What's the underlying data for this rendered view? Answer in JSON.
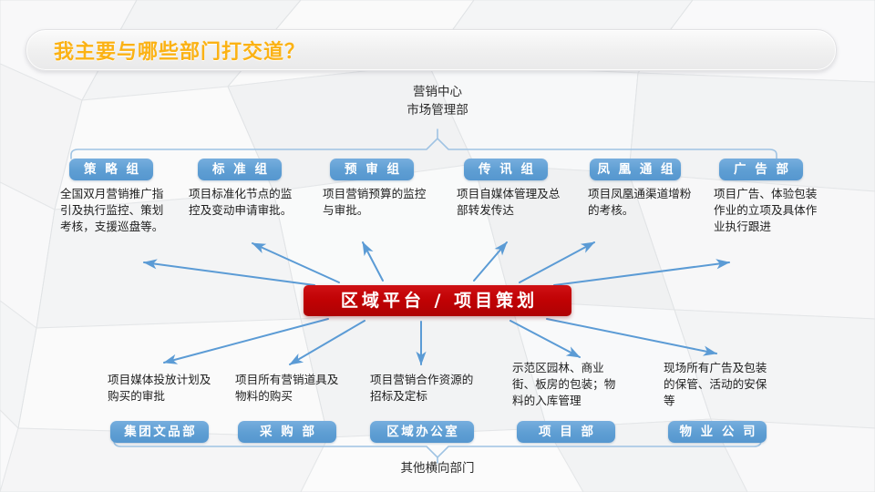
{
  "slide": {
    "title": "我主要与哪些部门打交道？",
    "top_label": "营销中心\n市场管理部",
    "bottom_label": "其他横向部门",
    "center_banner": "区域平台 / 项目策划",
    "colors": {
      "title_text": "#FBB214",
      "chip_blue": "#5E9ED3",
      "banner_red": "#C00204",
      "connector_blue": "#5B9BD5",
      "background": "#F2F2F2",
      "body_text": "#1E1E1E"
    }
  },
  "top_departments": [
    {
      "chip": "策 略 组",
      "desc": "全国双月营销推广指引及执行监控、策划考核，支援巡盘等。"
    },
    {
      "chip": "标 准 组",
      "desc": "项目标准化节点的监控及变动申请审批。"
    },
    {
      "chip": "预 审 组",
      "desc": "项目营销预算的监控与审批。"
    },
    {
      "chip": "传 讯 组",
      "desc": "项目自媒体管理及总部转发传达"
    },
    {
      "chip": "凤 凰 通 组",
      "desc": "项目凤凰通渠道增粉的考核。"
    },
    {
      "chip": "广 告 部",
      "desc": "项目广告、体验包装作业的立项及具体作业执行跟进"
    }
  ],
  "bottom_departments": [
    {
      "desc": "项目媒体投放计划及购买的审批",
      "chip": "集团文品部"
    },
    {
      "desc": "项目所有营销道具及物料的购买",
      "chip": "采 购 部"
    },
    {
      "desc": "项目营销合作资源的招标及定标",
      "chip": "区域办公室"
    },
    {
      "desc": "示范区园林、商业街、板房的包装；物料的入库管理",
      "chip": "项 目 部"
    },
    {
      "desc": "现场所有广告及包装的保管、活动的安保等",
      "chip": "物 业 公 司"
    }
  ]
}
